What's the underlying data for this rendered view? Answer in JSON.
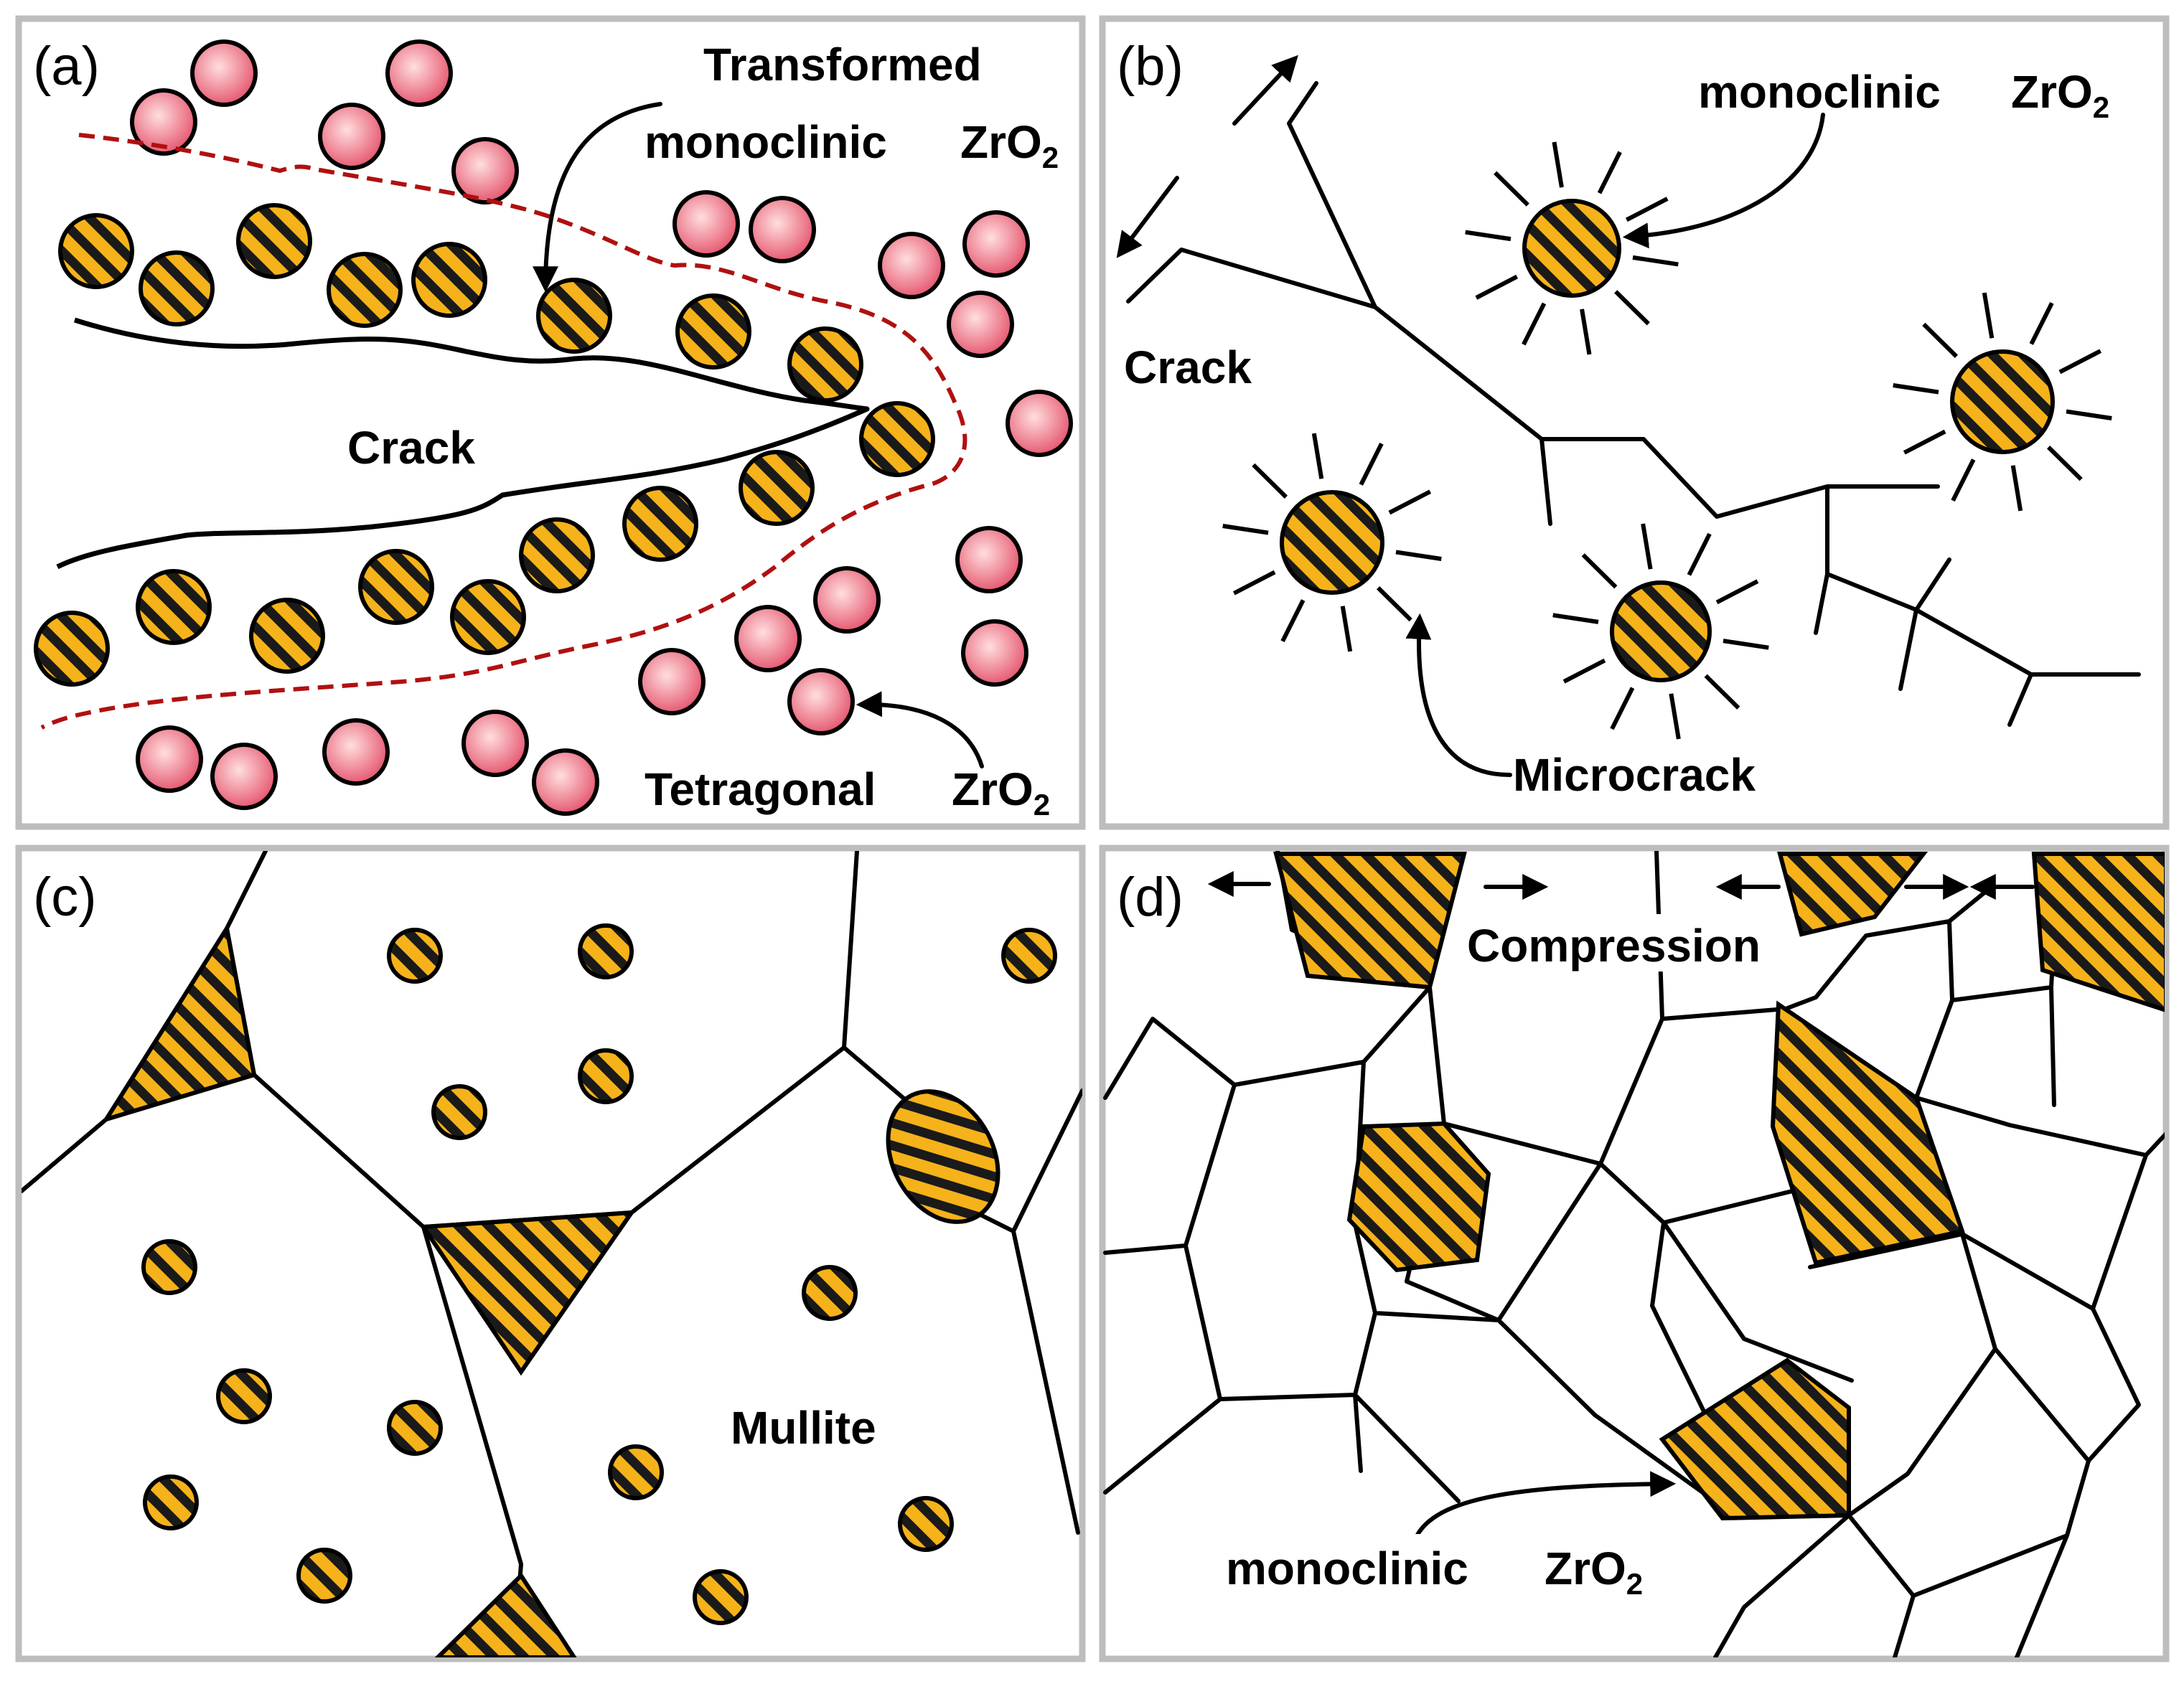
{
  "panels": {
    "a": {
      "letter": "(a)",
      "transformed_label": "Transformed",
      "monoclinic_label": "monoclinic",
      "zro2_base": "ZrO",
      "zro2_sub": "2",
      "crack_label": "Crack",
      "tetragonal_label": "Tetragonal"
    },
    "b": {
      "letter": "(b)",
      "monoclinic_label": "monoclinic",
      "zro2_base": "ZrO",
      "zro2_sub": "2",
      "crack_label": "Crack",
      "microcrack_label": "Microcrack"
    },
    "c": {
      "letter": "(c)",
      "mullite_label": "Mullite"
    },
    "d": {
      "letter": "(d)",
      "compression_label": "Compression",
      "monoclinic_label": "monoclinic",
      "zro2_base": "ZrO",
      "zro2_sub": "2"
    }
  },
  "colors": {
    "frame": "#bdbdbd",
    "particle_fill": "#f5b21a",
    "stripe": "#1a1a1a",
    "tetragonal_center": "#ffd0d0",
    "tetragonal_edge": "#e05060",
    "process_zone": "#b01010"
  }
}
